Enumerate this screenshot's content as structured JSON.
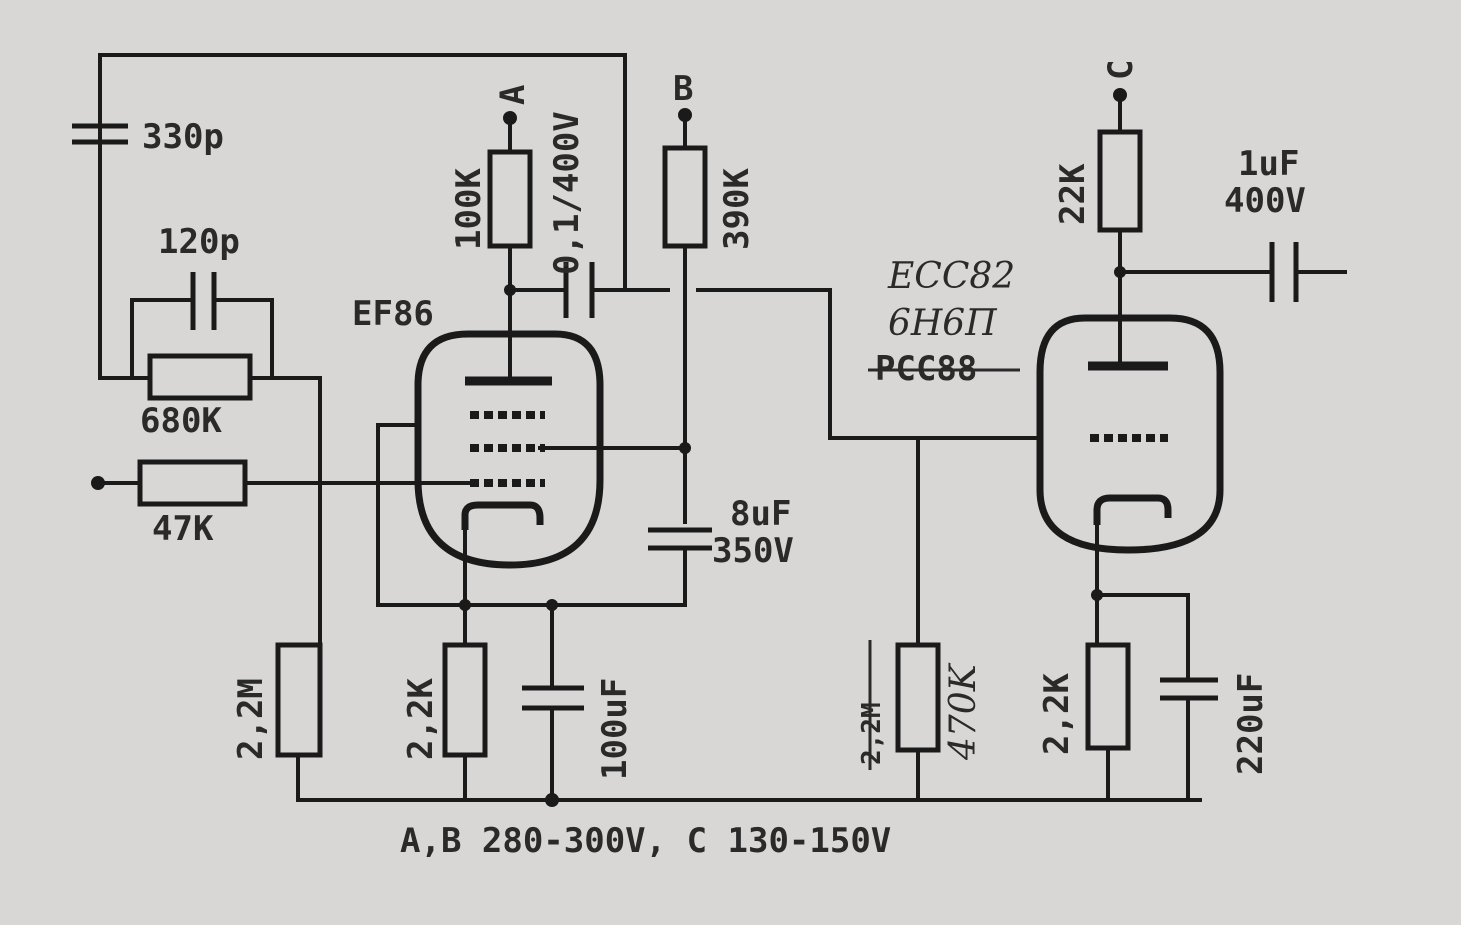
{
  "labels": {
    "c_330p": "330p",
    "c_120p": "120p",
    "r_680k": "680K",
    "r_47k": "47K",
    "r_2m2": "2,2M",
    "tube1": "EF86",
    "r_100k": "100K",
    "c_01_400": "0,1/400V",
    "r_390k": "390K",
    "c_8uf": "8uF",
    "c_8uf_v": "350V",
    "r_2k2_a": "2,2K",
    "c_100uf": "100uF",
    "node_a": "A",
    "node_b": "B",
    "node_c": "C",
    "tube2_hand1": "ECC82",
    "tube2_hand2": "6H6П",
    "tube2_struck": "PCC88",
    "r_22k": "22K",
    "c_1uf": "1uF",
    "c_1uf_v": "400V",
    "r_2m2_struck": "2,2M",
    "r_470k": "470K",
    "r_2k2_b": "2,2K",
    "c_220uf": "220uF",
    "supply_note": "A,B 280-300V, C 130-150V"
  }
}
